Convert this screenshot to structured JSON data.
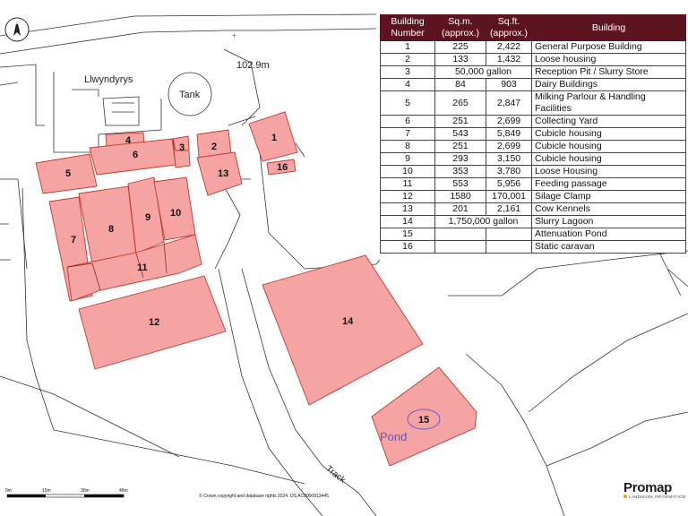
{
  "map": {
    "north_label": "N",
    "place_name": "Llwyndyrys",
    "tank_label": "Tank",
    "elevation": "102.9m",
    "pond_label": "Pond",
    "track_label": "Track",
    "plots": [
      {
        "id": "1"
      },
      {
        "id": "2"
      },
      {
        "id": "3"
      },
      {
        "id": "4"
      },
      {
        "id": "5"
      },
      {
        "id": "6"
      },
      {
        "id": "7"
      },
      {
        "id": "8"
      },
      {
        "id": "9"
      },
      {
        "id": "10"
      },
      {
        "id": "11"
      },
      {
        "id": "12"
      },
      {
        "id": "13"
      },
      {
        "id": "14"
      },
      {
        "id": "15"
      },
      {
        "id": "16"
      }
    ]
  },
  "schedule": {
    "headers": [
      "Building Number",
      "Sq.m. (approx.)",
      "Sq.ft. (approx.)",
      "Building"
    ],
    "rows": [
      [
        "1",
        "225",
        "2,422",
        "General Purpose Building"
      ],
      [
        "2",
        "133",
        "1,432",
        "Loose housing"
      ],
      [
        "3",
        "50,000 gallon",
        "",
        "Reception Pit / Slurry Store"
      ],
      [
        "4",
        "84",
        "903",
        "Dairy Buildings"
      ],
      [
        "5",
        "265",
        "2,847",
        "Milking Parlour & Handling Facilities"
      ],
      [
        "6",
        "251",
        "2,699",
        "Collecting Yard"
      ],
      [
        "7",
        "543",
        "5,849",
        "Cubicle housing"
      ],
      [
        "8",
        "251",
        "2,699",
        "Cubicle housing"
      ],
      [
        "9",
        "293",
        "3,150",
        "Cubicle housing"
      ],
      [
        "10",
        "353",
        "3,780",
        "Loose Housing"
      ],
      [
        "11",
        "553",
        "5,956",
        "Feeding passage"
      ],
      [
        "12",
        "1580",
        "170,001",
        "Silage Clamp"
      ],
      [
        "13",
        "201",
        "2,161",
        "Cow Kennels"
      ],
      [
        "14",
        "1,750,000 gallon",
        "",
        "Slurry Lagoon"
      ],
      [
        "15",
        "",
        "",
        "Attenuation Pond"
      ],
      [
        "16",
        "",
        "",
        "Static caravan"
      ]
    ]
  },
  "scale_bar": {
    "labels": [
      "0m",
      "15m",
      "30m",
      "45m"
    ]
  },
  "footer": {
    "copyright": "© Crown copyright and database rights 2024. OS AC0000813445",
    "brand": "Promap",
    "brand_sub": "LANDMARK INFORMATION"
  },
  "colors": {
    "plot_fill": "#f5a3a3",
    "plot_stroke": "#c0392b",
    "header_bg": "#5c1420",
    "pond_stroke": "#6a5acd"
  }
}
